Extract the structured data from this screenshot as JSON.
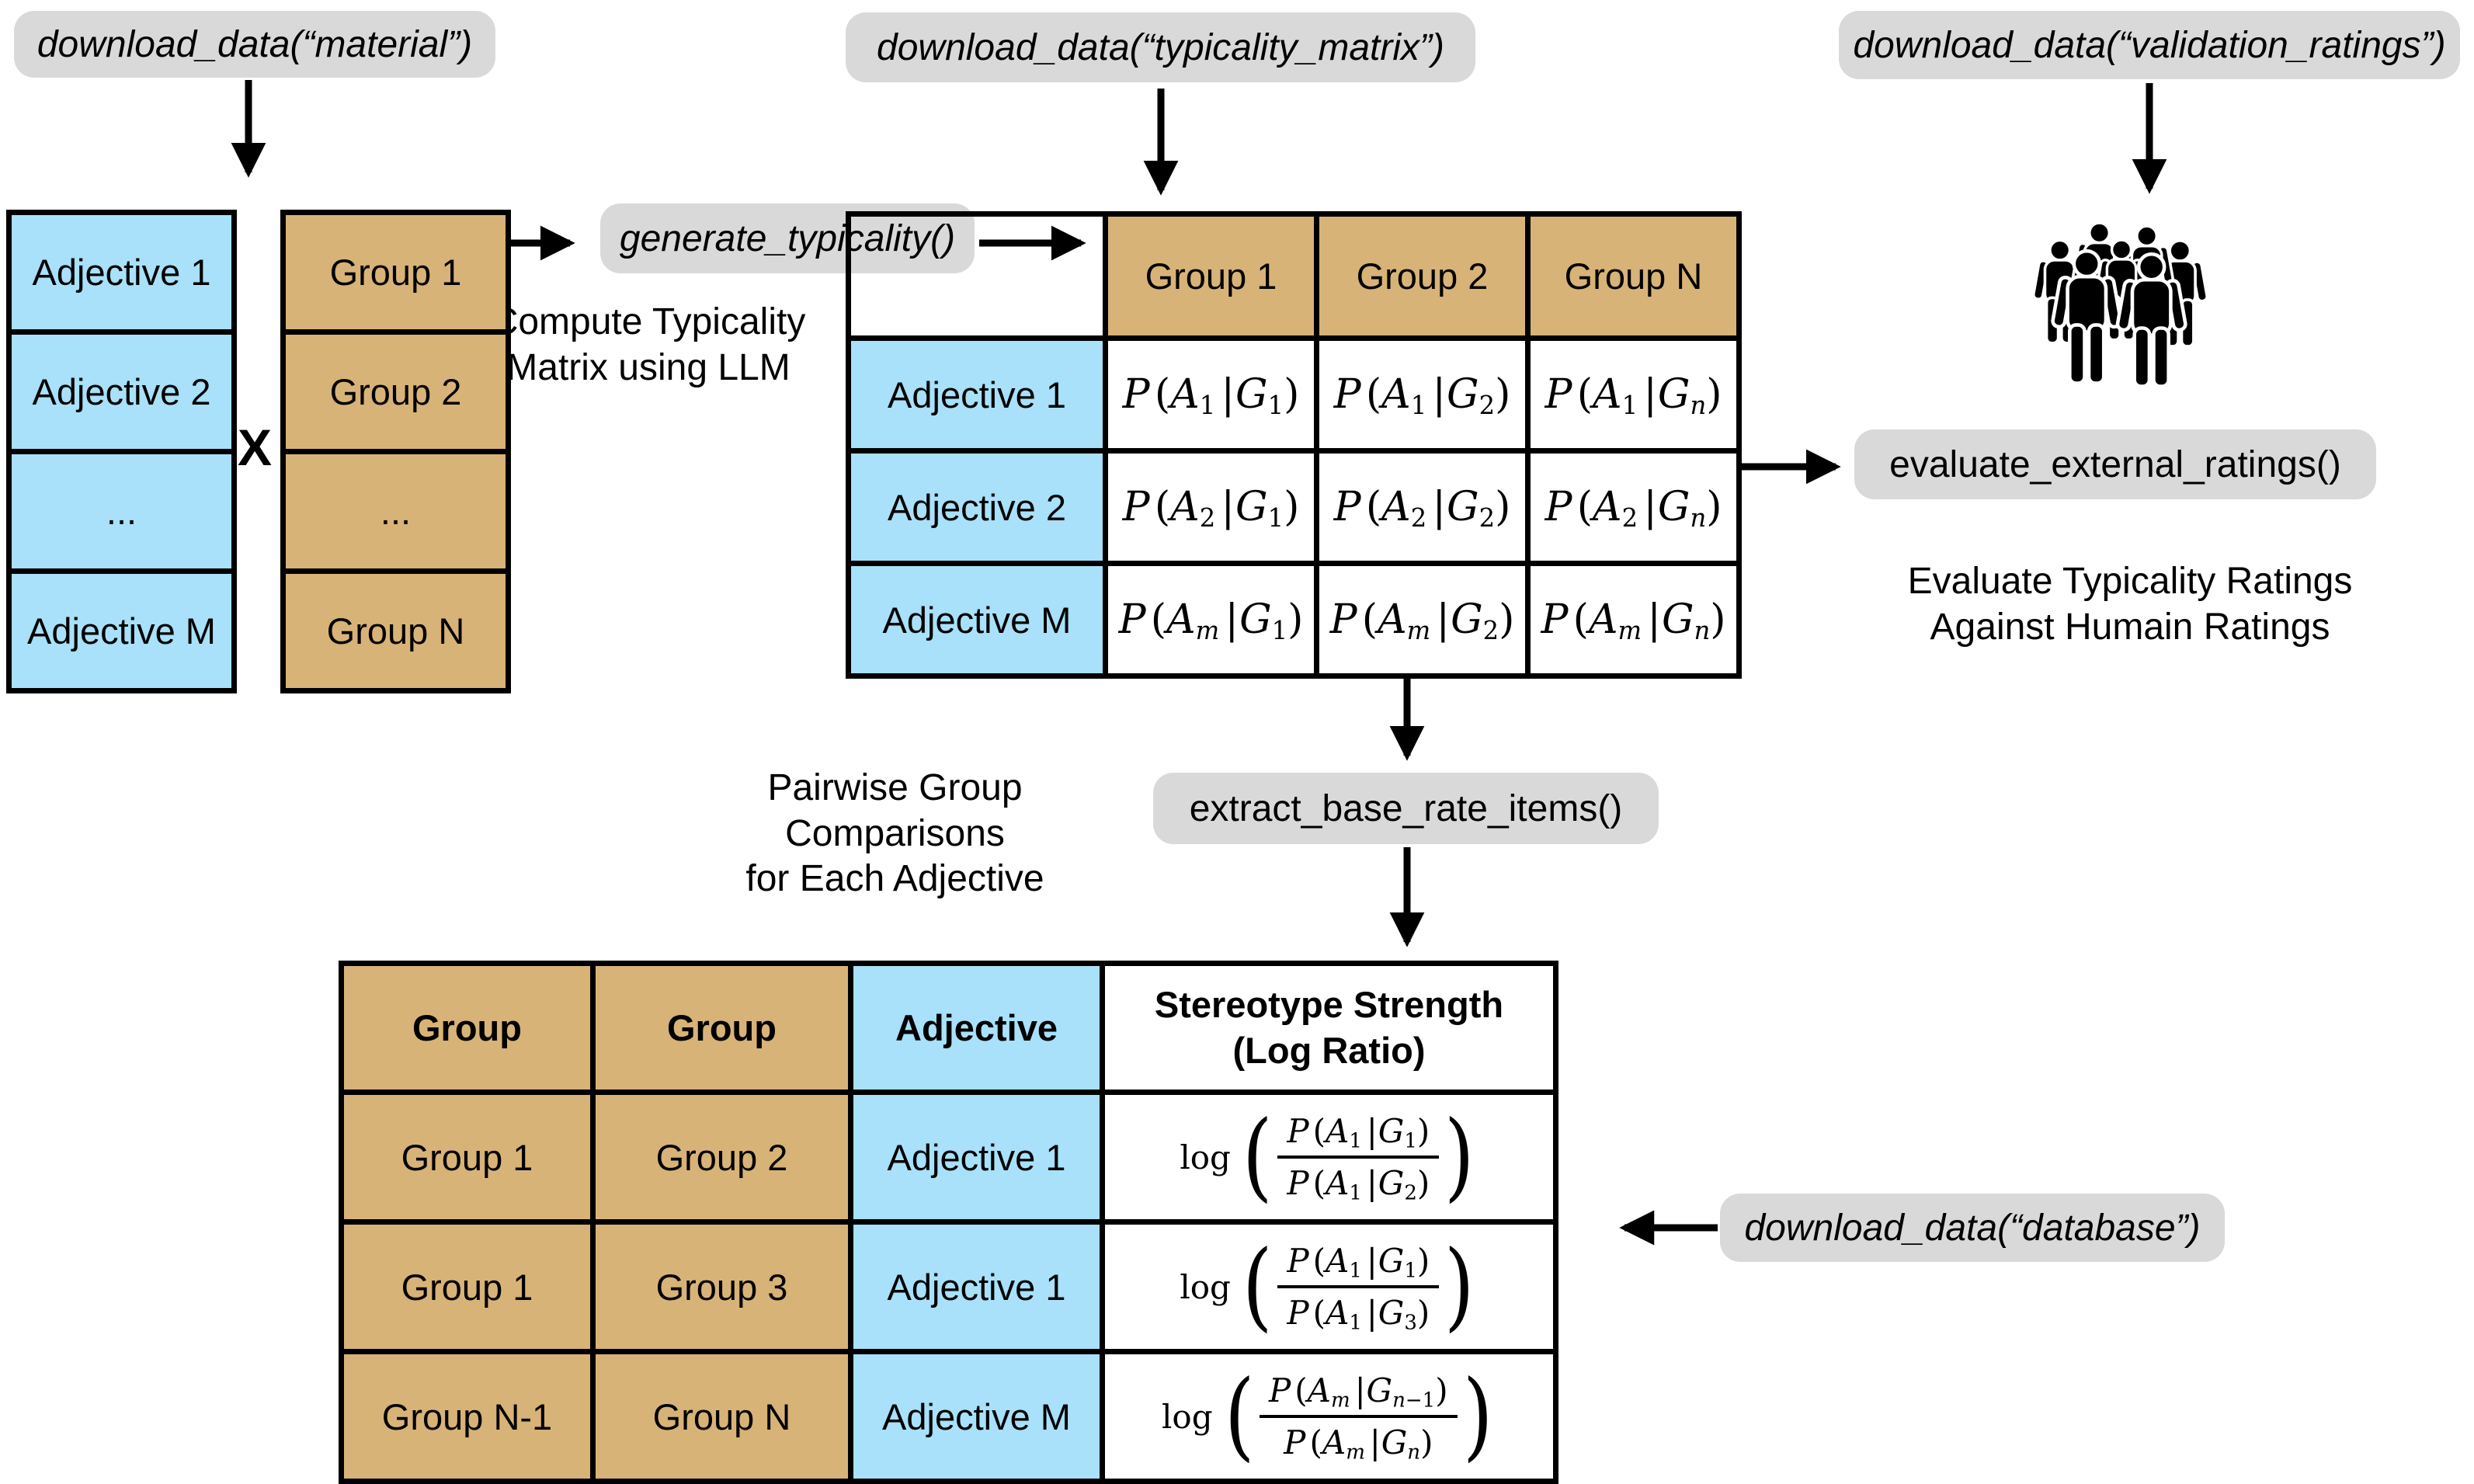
{
  "pills": {
    "material": {
      "label": "download_data(“material”)"
    },
    "typicality_matrix": {
      "label": "download_data(“typicality_matrix”)"
    },
    "validation_ratings": {
      "label": "download_data(“validation_ratings”)"
    },
    "generate": {
      "label": "generate_typicality()"
    },
    "evaluate": {
      "label": "evaluate_external_ratings()"
    },
    "extract": {
      "label": "extract_base_rate_items()"
    },
    "database": {
      "label": "download_data(“database”)"
    }
  },
  "annotations": {
    "compute": [
      "Compute Typicality",
      "Matrix using LLM"
    ],
    "pairwise": [
      "Pairwise Group Comparisons",
      "for Each Adjective"
    ],
    "evaluate": [
      "Evaluate Typicality Ratings",
      "Against Humain Ratings"
    ],
    "cross": "X"
  },
  "adjective_list": [
    "Adjective 1",
    "Adjective 2",
    "...",
    "Adjective M"
  ],
  "group_list": [
    "Group 1",
    "Group 2",
    "...",
    "Group N"
  ],
  "typicality_matrix": {
    "col_headers": [
      "Group 1",
      "Group 2",
      "Group N"
    ],
    "row_headers": [
      "Adjective 1",
      "Adjective 2",
      "Adjective M"
    ],
    "cells": [
      [
        "P(A_1|G_1)",
        "P(A_1|G_2)",
        "P(A_1|G_n)"
      ],
      [
        "P(A_2|G_1)",
        "P(A_2|G_2)",
        "P(A_2|G_n)"
      ],
      [
        "P(A_m|G_1)",
        "P(A_m|G_2)",
        "P(A_m|G_n)"
      ]
    ]
  },
  "base_rate_table": {
    "group_header_1": "Group",
    "group_header_2": "Group",
    "adjective_header": "Adjective",
    "strength_header": [
      "Stereotype Strength",
      "(Log Ratio)"
    ],
    "log_operator": "log",
    "rows": [
      {
        "group_1": "Group 1",
        "group_2": "Group 2",
        "adjective": "Adjective 1",
        "numerator": "P(A_1|G_1)",
        "denominator": "P(A_1|G_2)"
      },
      {
        "group_1": "Group 1",
        "group_2": "Group 3",
        "adjective": "Adjective 1",
        "numerator": "P(A_1|G_1)",
        "denominator": "P(A_1|G_3)"
      },
      {
        "group_1": "Group N-1",
        "group_2": "Group N",
        "adjective": "Adjective M",
        "numerator": "P(A_m|G_{n-1})",
        "denominator": "P(A_m|G_n)"
      }
    ]
  },
  "icons": {
    "crowd": "crowd-people-icon"
  },
  "colors": {
    "blue": "#a8e1f9",
    "tan": "#d8b377",
    "pill_gray": "#d9d9d9",
    "border": "#000000"
  }
}
